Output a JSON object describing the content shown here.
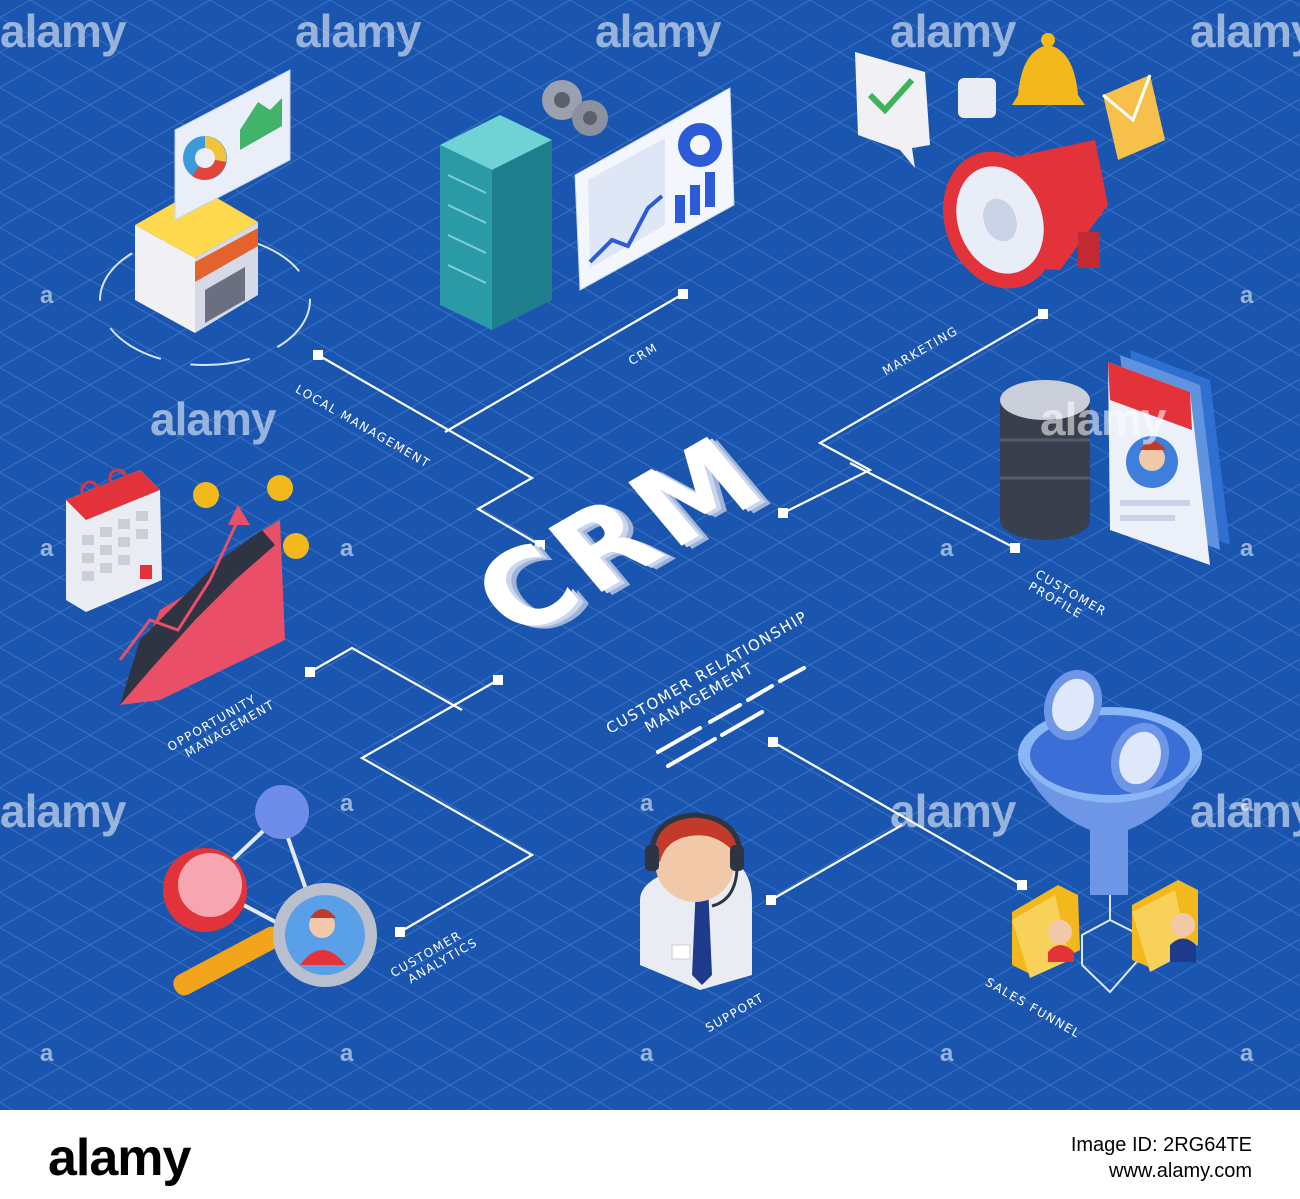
{
  "diagram": {
    "title": "CRM",
    "subtitle_line1": "CUSTOMER RELATIONSHIP",
    "subtitle_line2": "MANAGEMENT",
    "labels": {
      "local_management": "LOCAL MANAGEMENT",
      "crm": "CRM",
      "marketing": "MARKETING",
      "customer_profile_1": "CUSTOMER",
      "customer_profile_2": "PROFILE",
      "opportunity_1": "OPPORTUNITY",
      "opportunity_2": "MANAGEMENT",
      "customer_analytics_1": "CUSTOMER",
      "customer_analytics_2": "ANALYTICS",
      "support": "SUPPORT",
      "sales_funnel": "SALES FUNNEL"
    },
    "colors": {
      "background": "#1a56b0",
      "grid": "#3a72c4",
      "connector": "#ffffff"
    }
  },
  "watermark": {
    "text": "alamy",
    "letter": "a"
  },
  "footer": {
    "logo": "alamy",
    "image_id": "Image ID: 2RG64TE",
    "site": "www.alamy.com"
  }
}
